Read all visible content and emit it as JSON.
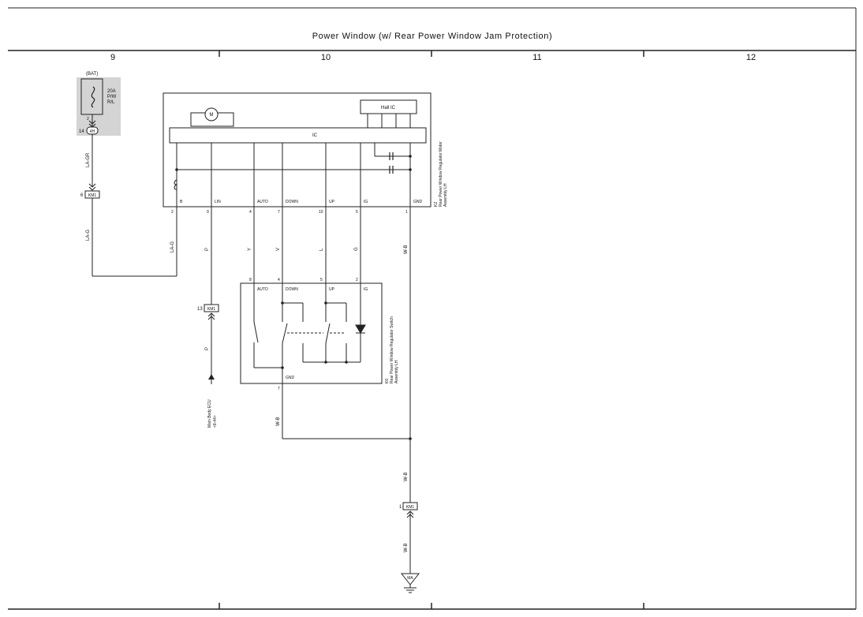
{
  "title": "Power Window (w/ Rear Power Window Jam Protection)",
  "columns": [
    "9",
    "10",
    "11",
    "12"
  ],
  "fuse": {
    "source": "(BAT)",
    "rating": "20A",
    "name_line1": "P/W",
    "name_line2": "R/L",
    "top_pin": "2",
    "conn_pin": "14",
    "conn_id": "4H"
  },
  "wires": {
    "fuse_out": "LA-GR",
    "km1_to_motor": "LA-G",
    "motor_b": "LA-G",
    "lin": "P",
    "auto": "Y",
    "down": "V",
    "up": "L",
    "ig": "G",
    "gnd_motor": "W-B",
    "switch_gnd": "W-B",
    "lin_lower": "P",
    "gnd_mid": "W-B",
    "gnd_low": "W-B"
  },
  "connectors": {
    "km1_a": {
      "pin": "6",
      "id": "KM1"
    },
    "km1_b": {
      "pin": "13",
      "id": "KM1"
    },
    "km1_c": {
      "pin": "1",
      "id": "KM1"
    }
  },
  "motor": {
    "id": "K2",
    "name_line1": "Rear Power Window Regulator Motor",
    "name_line2": "Assembly LH",
    "motor_symbol": "M",
    "ic_label": "IC",
    "hall_label": "Hall IC",
    "pins": [
      {
        "label": "B",
        "num": "2"
      },
      {
        "label": "LIN",
        "num": "9"
      },
      {
        "label": "AUTO",
        "num": "4"
      },
      {
        "label": "DOWN",
        "num": "7"
      },
      {
        "label": "UP",
        "num": "10"
      },
      {
        "label": "IG",
        "num": "5"
      },
      {
        "label": "GND",
        "num": "1"
      }
    ]
  },
  "switch": {
    "id": "K6",
    "name_line1": "Rear Power Window Regulator Switch",
    "name_line2": "Assembly LH",
    "pins": [
      {
        "label": "AUTO",
        "num": "8"
      },
      {
        "label": "DOWN",
        "num": "4"
      },
      {
        "label": "UP",
        "num": "5"
      },
      {
        "label": "IG",
        "num": "2"
      }
    ],
    "gnd_label": "GND",
    "gnd_num": "7"
  },
  "ecu": {
    "line1": "Main Body ECU",
    "line2": "<8-44>"
  },
  "ground_point": "MA"
}
